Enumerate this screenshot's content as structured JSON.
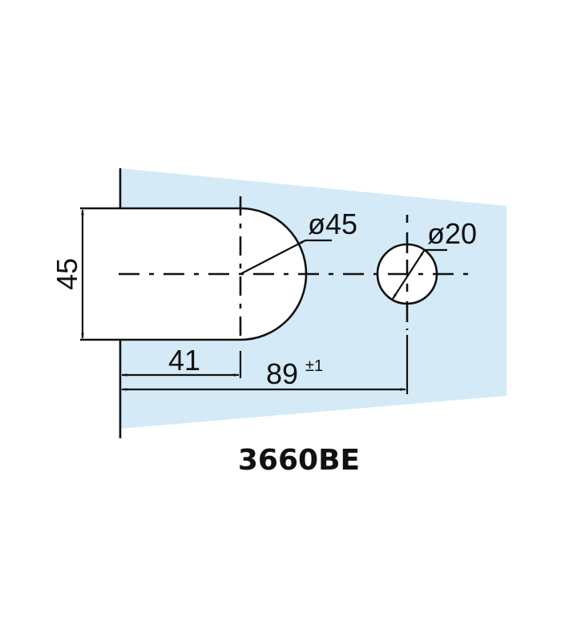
{
  "drawing": {
    "part_number": "3660BE",
    "colors": {
      "glass_fill": "#d4eaf6",
      "line": "#111111",
      "background": "#ffffff"
    },
    "dimensions": {
      "slot_height": "45",
      "slot_depth": "41",
      "slot_diameter": "ø45",
      "hole_diameter": "ø20",
      "hole_distance": "89",
      "hole_distance_tolerance": "±1"
    }
  }
}
